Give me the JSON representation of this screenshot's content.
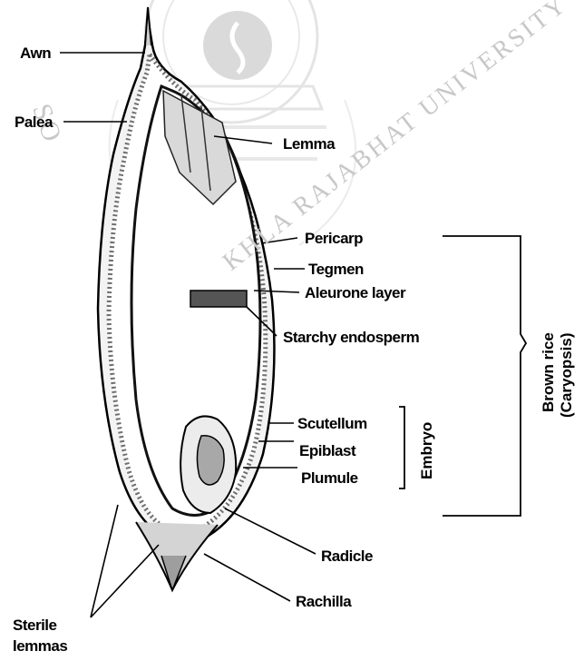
{
  "labels": {
    "awn": "Awn",
    "palea": "Palea",
    "lemma": "Lemma",
    "pericarp": "Pericarp",
    "tegmen": "Tegmen",
    "aleurone": "Aleurone layer",
    "endosperm": "Starchy endosperm",
    "scutellum": "Scutellum",
    "epiblast": "Epiblast",
    "plumule": "Plumule",
    "radicle": "Radicle",
    "rachilla": "Rachilla",
    "sterile_1": "Sterile",
    "sterile_2": "lemmas",
    "embryo": "Embryo",
    "brown_rice_1": "Brown rice",
    "brown_rice_2": "(Caryopsis)"
  },
  "watermark": {
    "left_text": "SO",
    "arc_text": "KHLA RAJABHAT UNIVERSITY"
  },
  "colors": {
    "ink": "#000000",
    "hull": "#bdbdbd",
    "watermark": "#c8c8c8"
  }
}
